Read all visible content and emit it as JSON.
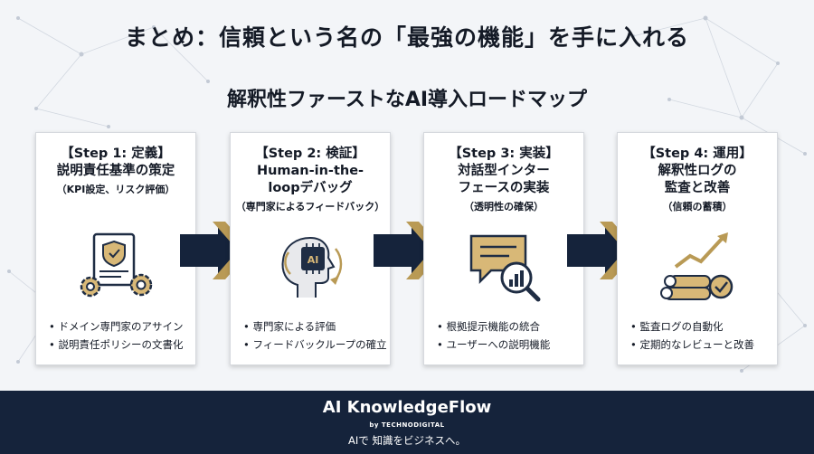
{
  "title": "まとめ：信頼という名の「最強の機能」を手に入れる",
  "subtitle": "解釈性ファーストなAI導入ロードマップ",
  "steps": [
    {
      "title": "【Step 1: 定義】",
      "name": "説明責任基準の策定",
      "note": "（KPI設定、リスク評価）",
      "icon": "document-shield-gears-icon",
      "bullets": [
        "ドメイン専門家のアサイン",
        "説明責任ポリシーの文書化"
      ]
    },
    {
      "title": "【Step 2: 検証】",
      "name": "Human-in-the-\nloopデバッグ",
      "note": "（専門家によるフィードバック）",
      "icon": "human-ai-head-icon",
      "bullets": [
        "専門家による評価",
        "フィードバックループの確立"
      ]
    },
    {
      "title": "【Step 3: 実装】",
      "name": "対話型インター\nフェースの実装",
      "note": "（透明性の確保）",
      "icon": "chat-magnifier-chart-icon",
      "bullets": [
        "根拠提示機能の統合",
        "ユーザーへの説明機能"
      ]
    },
    {
      "title": "【Step 4: 運用】",
      "name": "解釈性ログの\n監査と改善",
      "note": "（信頼の蓄積）",
      "icon": "log-stack-growth-icon",
      "bullets": [
        "監査ログの自動化",
        "定期的なレビューと改善"
      ]
    }
  ],
  "footer": {
    "brand": "AI KnowledgeFlow",
    "by": "by TECHNODIGITAL",
    "tagline": "AIで 知識をビジネスへ。"
  },
  "colors": {
    "navy": "#15233b",
    "gold": "#b99a55",
    "icon_line": "#1f2d44",
    "icon_fill": "#d8b877"
  }
}
